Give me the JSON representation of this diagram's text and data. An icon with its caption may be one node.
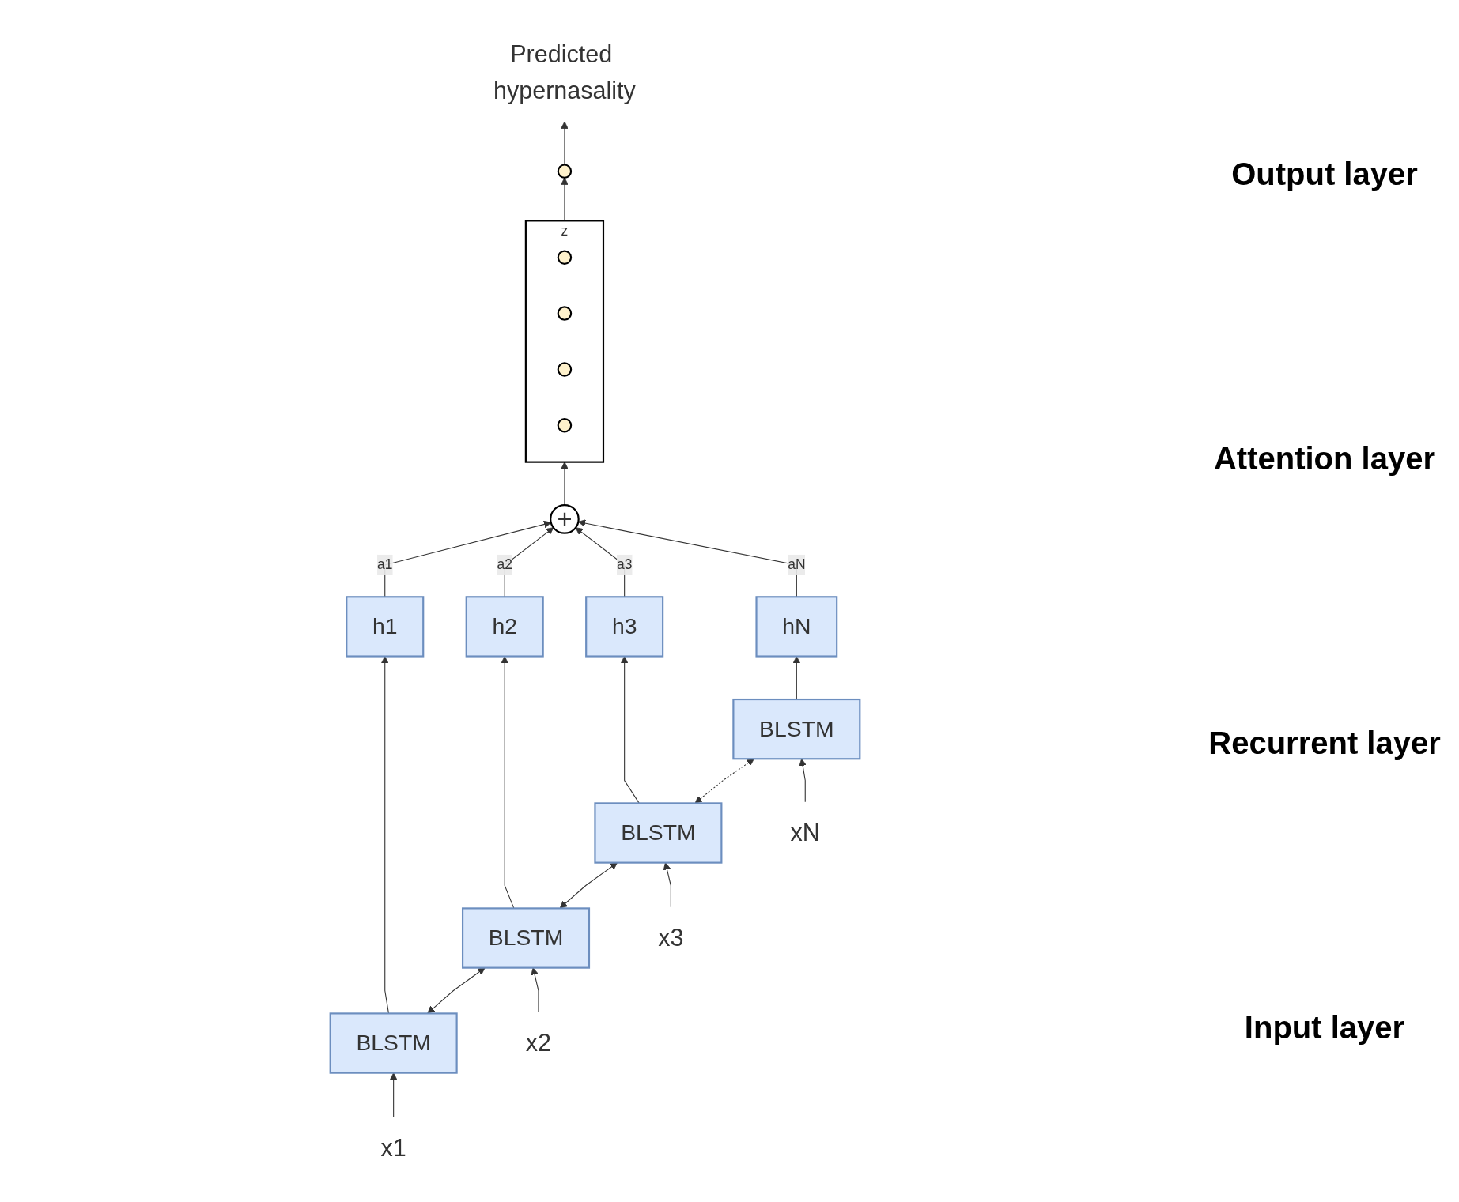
{
  "diagram": {
    "nodes": [
      {
        "text": [
          "Predicted hypernasality"
        ]
      },
      {
        "text": [],
        "shape": "circle"
      },
      {
        "text": [],
        "shape": "box",
        "beside": [
          "z"
        ]
      },
      {
        "text": [],
        "shape": "circle",
        "in": 2
      },
      {
        "text": [],
        "shape": "circle",
        "in": 2
      },
      {
        "text": [],
        "shape": "circle",
        "in": 2
      },
      {
        "text": [],
        "shape": "circle",
        "in": 2
      },
      {
        "text": [
          "+"
        ]
      },
      {
        "text": [
          "h1"
        ]
      },
      {
        "text": [
          "h2"
        ]
      },
      {
        "text": [
          "h3"
        ]
      },
      {
        "text": [
          "hN"
        ]
      },
      {
        "text": [
          "BLSTM"
        ]
      },
      {
        "text": [
          "BLSTM"
        ]
      },
      {
        "text": [
          "BLSTM"
        ]
      },
      {
        "text": [
          "BLSTM"
        ]
      },
      {
        "text": [
          "x1"
        ]
      },
      {
        "text": [
          "x2"
        ]
      },
      {
        "text": [
          "x3"
        ]
      },
      {
        "text": [
          "xN"
        ]
      }
    ],
    "edges": [
      {
        "from": 1,
        "to": 0,
        "arrow": "to"
      },
      {
        "from": 2,
        "to": 1,
        "arrow": "to"
      },
      {
        "from": 7,
        "to": 2,
        "arrow": "to"
      },
      {
        "from": 8,
        "to": 7,
        "arrow": "to",
        "label": "a1"
      },
      {
        "from": 9,
        "to": 7,
        "arrow": "to",
        "label": "a2"
      },
      {
        "from": 10,
        "to": 7,
        "arrow": "to",
        "label": "a3"
      },
      {
        "from": 11,
        "to": 7,
        "arrow": "to",
        "label": "aN"
      },
      {
        "from": 12,
        "to": 8,
        "arrow": "to"
      },
      {
        "from": 13,
        "to": 9,
        "arrow": "to"
      },
      {
        "from": 14,
        "to": 10,
        "arrow": "to"
      },
      {
        "from": 15,
        "to": 11,
        "arrow": "to"
      },
      {
        "from": 12,
        "to": 13,
        "arrow": "both"
      },
      {
        "from": 13,
        "to": 14,
        "arrow": "both"
      },
      {
        "from": 14,
        "to": 15,
        "arrow": "both",
        "style": "dashed"
      },
      {
        "from": 16,
        "to": 12,
        "arrow": "to"
      },
      {
        "from": 17,
        "to": 13,
        "arrow": "to"
      },
      {
        "from": 18,
        "to": 14,
        "arrow": "to"
      },
      {
        "from": 19,
        "to": 15,
        "arrow": "to"
      }
    ],
    "labels": [
      "Output layer",
      "Attention layer",
      "Recurrent layer",
      "Input layer"
    ]
  }
}
